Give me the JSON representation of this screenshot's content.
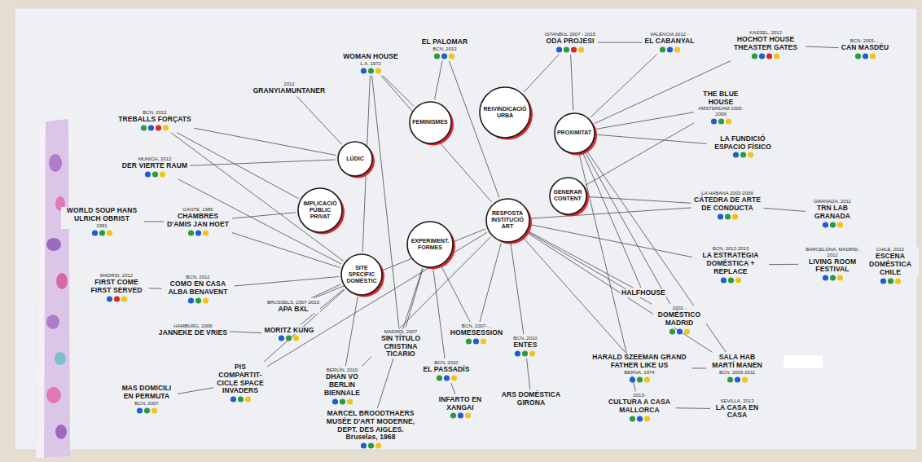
{
  "diagram": {
    "nodes": [
      {
        "text": [
          "ISTANBUL 2007 - 2015",
          "ODA PROJESI"
        ]
      },
      {
        "text": [
          "VALÈNCIA 2012 -",
          "EL CABANYAL"
        ]
      },
      {
        "text": [
          "KASSEL, 2012",
          "HOCHOT HOUSE THEASTER GATES"
        ]
      },
      {
        "text": [
          "BCN, 2001-...",
          "CAN MASDÉU"
        ]
      },
      {
        "text": [
          "EL PALOMAR",
          "BCN, 2013"
        ]
      },
      {
        "text": [
          "WOMAN HOUSE",
          "L.A. 1972"
        ]
      },
      {
        "text": [
          "2012",
          "GRANYIAMUNTANER"
        ]
      },
      {
        "text": [
          "BCN, 2012",
          "TREBALLS FORÇATS"
        ]
      },
      {
        "text": [
          "THE BLUE HOUSE",
          "AMSTERDAM 2005-2009"
        ]
      },
      {
        "text": [
          "LA FUNDICIÓ ESPACIO FÍSICO"
        ]
      },
      {
        "text": [
          "MUNICH, 2012",
          "DER VIERTE RAUM"
        ]
      },
      {
        "text": [
          "WORLD SOUP HANS ULRICH OBRIST",
          "1991"
        ]
      },
      {
        "text": [
          "GANTE, 1986",
          "CHAMBRES D'AMIS JAN HOET"
        ]
      },
      {
        "text": [
          "LA HABANA 2002-2009",
          "CÁTEDRA DE ARTE DE CONDUCTA"
        ]
      },
      {
        "text": [
          "GRANADA, 2011",
          "TRN LAB GRANADA"
        ]
      },
      {
        "text": [
          "BCN, 2012-2013",
          "LA ESTRATEGIA DOMÉSTICA + REPLACE"
        ]
      },
      {
        "text": [
          "BARCELONA, MADRID, 2012",
          "LIVING ROOM FESTIVAL"
        ]
      },
      {
        "text": [
          "CHILE, 2012",
          "ESCENA DOMÉSTICA CHILE"
        ]
      },
      {
        "text": [
          "MADRID, 2012",
          "FIRST COME FIRST SERVED"
        ]
      },
      {
        "text": [
          "BCN, 2012",
          "COMO EN CASA ALBA BENAVENT"
        ]
      },
      {
        "text": [
          "BRUSSELS, 2007-2010",
          "APA BXL"
        ]
      },
      {
        "text": [
          "HALFHOUSE"
        ]
      },
      {
        "text": [
          "2002 -",
          "DOMÉSTICO MADRID"
        ]
      },
      {
        "text": [
          "HAMBURG, 2006",
          "JANNEKE DE VRIES"
        ]
      },
      {
        "text": [
          "MORITZ KUNG"
        ]
      },
      {
        "text": [
          "MADRID, 2007",
          "SIN TÍTULO CRISTINA TICARIO"
        ]
      },
      {
        "text": [
          "BCN, 2007-...",
          "HOMESESSION"
        ]
      },
      {
        "text": [
          "BCN, 2010",
          "ENTES"
        ]
      },
      {
        "text": [
          "HARALD SZEEMAN GRAND FATHER LIKE US",
          "BERNA, 1974"
        ]
      },
      {
        "text": [
          "SALA HAB MARTÍ MANEN",
          "BCN, 2005-2011"
        ]
      },
      {
        "text": [
          "BCN, 2010",
          "EL PASSADÍS"
        ]
      },
      {
        "text": [
          "PIS COMPARTIT- CICLE SPACE INVADERS"
        ]
      },
      {
        "text": [
          "BERLÍN, 2010",
          "DHAN VO BERLIN BIENNALE"
        ]
      },
      {
        "text": [
          "MAS DOMICILI EN PERMUTA",
          "BCN, 2007"
        ]
      },
      {
        "text": [
          "ARS DOMÈSTICA GIRONA"
        ]
      },
      {
        "text": [
          "INFARTO EN XANGAI"
        ]
      },
      {
        "text": [
          "2013-",
          "CULTURA A CASA MALLORCA"
        ]
      },
      {
        "text": [
          "SEVILLA, 2013",
          "LA CASA EN CASA"
        ]
      },
      {
        "text": [
          "MARCEL BROODTHAERS MUSÉE D'ART MODERNE, DEPT. DES AIGLES. Bruselas, 1968"
        ]
      },
      {
        "text": [
          "LÚDIC"
        ]
      },
      {
        "text": [
          "FEMINISMES"
        ]
      },
      {
        "text": [
          "REIVINDICACIÓ URBÀ"
        ]
      },
      {
        "text": [
          "PROXIMITAT"
        ]
      },
      {
        "text": [
          "IMPLICACIÓ PÚBLIC PRIVAT"
        ]
      },
      {
        "text": [
          "GENERAR CONTENT"
        ]
      },
      {
        "text": [
          "RESPOSTA INSTITUCIÓ ART"
        ]
      },
      {
        "text": [
          "EXPERIMENT. FORMES"
        ]
      },
      {
        "text": [
          "SITE SPECÍFIC DOMÈSTIC"
        ]
      }
    ],
    "edges": [
      {
        "from": 7,
        "to": 39,
        "arrow": "none"
      },
      {
        "from": 7,
        "to": 43,
        "arrow": "none"
      },
      {
        "from": 7,
        "to": 47,
        "arrow": "none"
      },
      {
        "from": 6,
        "to": 39,
        "arrow": "none"
      },
      {
        "from": 5,
        "to": 40,
        "arrow": "none"
      },
      {
        "from": 5,
        "to": 47,
        "arrow": "none"
      },
      {
        "from": 5,
        "to": 45,
        "arrow": "none"
      },
      {
        "from": 5,
        "to": 25,
        "arrow": "none"
      },
      {
        "from": 4,
        "to": 40,
        "arrow": "none"
      },
      {
        "from": 4,
        "to": 45,
        "arrow": "none"
      },
      {
        "from": 0,
        "to": 41,
        "arrow": "none"
      },
      {
        "from": 0,
        "to": 42,
        "arrow": "none"
      },
      {
        "from": 0,
        "to": 1,
        "arrow": "none"
      },
      {
        "from": 1,
        "to": 42,
        "arrow": "none"
      },
      {
        "from": 2,
        "to": 42,
        "arrow": "none"
      },
      {
        "from": 2,
        "to": 3,
        "arrow": "none"
      },
      {
        "from": 8,
        "to": 42,
        "arrow": "none"
      },
      {
        "from": 8,
        "to": 44,
        "arrow": "none"
      },
      {
        "from": 9,
        "to": 42,
        "arrow": "none"
      },
      {
        "from": 13,
        "to": 45,
        "arrow": "none"
      },
      {
        "from": 13,
        "to": 44,
        "arrow": "none"
      },
      {
        "from": 13,
        "to": 14,
        "arrow": "none"
      },
      {
        "from": 15,
        "to": 45,
        "arrow": "none"
      },
      {
        "from": 15,
        "to": 16,
        "arrow": "none"
      },
      {
        "from": 16,
        "to": 17,
        "arrow": "none"
      },
      {
        "from": 10,
        "to": 39,
        "arrow": "none"
      },
      {
        "from": 10,
        "to": 47,
        "arrow": "none"
      },
      {
        "from": 11,
        "to": 12,
        "arrow": "none"
      },
      {
        "from": 12,
        "to": 43,
        "arrow": "none"
      },
      {
        "from": 12,
        "to": 47,
        "arrow": "none"
      },
      {
        "from": 18,
        "to": 19,
        "arrow": "none"
      },
      {
        "from": 19,
        "to": 47,
        "arrow": "none"
      },
      {
        "from": 20,
        "to": 47,
        "arrow": "none"
      },
      {
        "from": 20,
        "to": 45,
        "arrow": "none"
      },
      {
        "from": 24,
        "to": 47,
        "arrow": "none"
      },
      {
        "from": 23,
        "to": 24,
        "arrow": "none"
      },
      {
        "from": 21,
        "to": 42,
        "arrow": "none"
      },
      {
        "from": 21,
        "to": 45,
        "arrow": "none"
      },
      {
        "from": 22,
        "to": 42,
        "arrow": "none"
      },
      {
        "from": 22,
        "to": 45,
        "arrow": "none"
      },
      {
        "from": 25,
        "to": 46,
        "arrow": "none"
      },
      {
        "from": 26,
        "to": 46,
        "arrow": "none"
      },
      {
        "from": 26,
        "to": 45,
        "arrow": "none"
      },
      {
        "from": 27,
        "to": 45,
        "arrow": "none"
      },
      {
        "from": 30,
        "to": 35,
        "arrow": "none"
      },
      {
        "from": 30,
        "to": 46,
        "arrow": "none"
      },
      {
        "from": 31,
        "to": 47,
        "arrow": "none"
      },
      {
        "from": 31,
        "to": 45,
        "arrow": "none"
      },
      {
        "from": 32,
        "to": 47,
        "arrow": "none"
      },
      {
        "from": 32,
        "to": 45,
        "arrow": "none"
      },
      {
        "from": 33,
        "to": 31,
        "arrow": "none"
      },
      {
        "from": 38,
        "to": 46,
        "arrow": "none"
      },
      {
        "from": 28,
        "to": 45,
        "arrow": "none"
      },
      {
        "from": 28,
        "to": 29,
        "arrow": "none"
      },
      {
        "from": 29,
        "to": 45,
        "arrow": "none"
      },
      {
        "from": 29,
        "to": 42,
        "arrow": "none"
      },
      {
        "from": 36,
        "to": 37,
        "arrow": "none"
      },
      {
        "from": 36,
        "to": 42,
        "arrow": "none"
      },
      {
        "from": 34,
        "to": 27,
        "arrow": "none"
      }
    ]
  }
}
